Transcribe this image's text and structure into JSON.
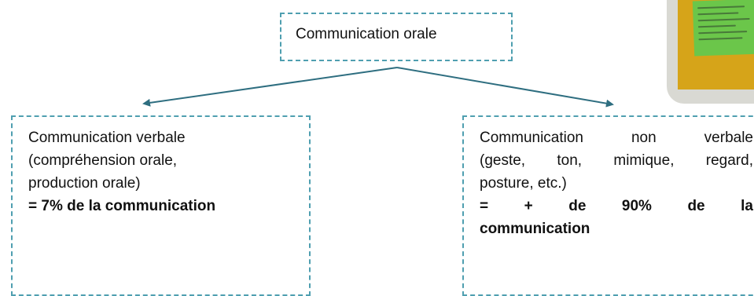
{
  "diagram": {
    "root": {
      "label": "Communication orale"
    },
    "left": {
      "lines": [
        "Communication verbale",
        "(compréhension orale,",
        "production orale)"
      ],
      "emphasis": "= 7% de la communication"
    },
    "right": {
      "line1_words": [
        "Communication",
        "non",
        "verbale"
      ],
      "line2_words": [
        "(geste,",
        "ton,",
        "mimique,",
        "regard,"
      ],
      "line3": "posture, etc.)",
      "emphasis_words": [
        "=",
        "+",
        "de",
        "90%",
        "de",
        "la"
      ],
      "emphasis_line2": "communication"
    }
  },
  "colors": {
    "dashed_border": "#4f9fb0",
    "arrow": "#2e6e80",
    "photo_board": "#d6a419",
    "photo_note": "#6bc64a"
  }
}
